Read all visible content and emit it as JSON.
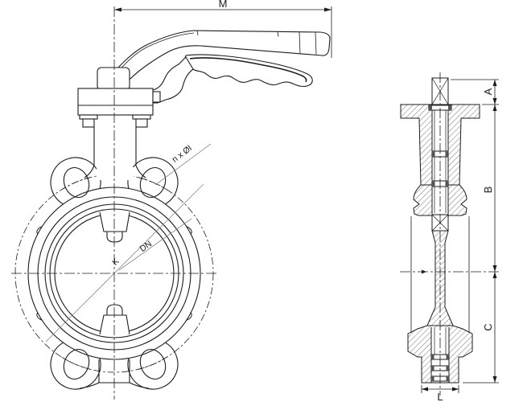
{
  "labels": {
    "front": {
      "overall_width": "M",
      "bolt_holes": "n x Øl",
      "bolt_circle": "K",
      "nominal_bore": "DN"
    },
    "side": {
      "top_shaft": "A",
      "flange_to_axis": "B",
      "axis_to_bottom": "C",
      "bottom_hub_width": "L"
    }
  },
  "colors": {
    "background": "#ffffff",
    "line": "#1c1c1c",
    "thin_leader": "#8a8a8a"
  }
}
